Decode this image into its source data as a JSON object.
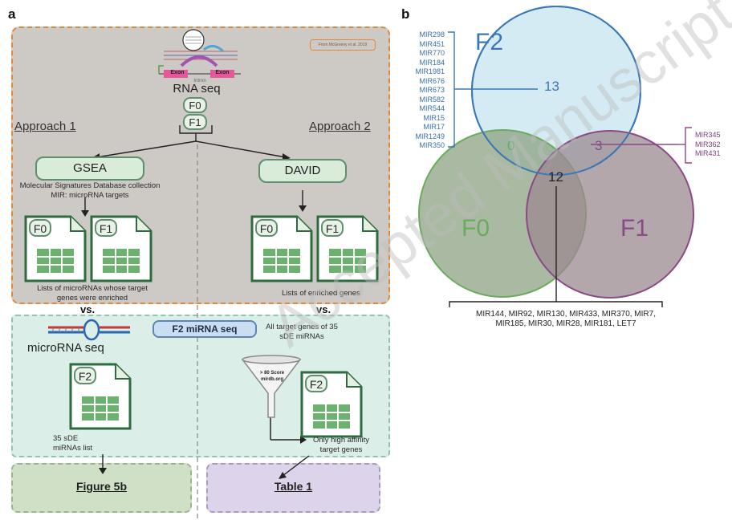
{
  "panel_a": {
    "letter": "a",
    "ref_note": "From McGreevy et al. 2019",
    "rna": {
      "exon1": "Exon",
      "intron": "Intron",
      "exon2": "Exon",
      "title": "RNA seq"
    },
    "f0": "F0",
    "f1": "F1",
    "approach1": "Approach 1",
    "approach2": "Approach 2",
    "gsea": "GSEA",
    "gsea_desc": "Molecular Signatures Database collection MIR: microRNA targets",
    "david": "DAVID",
    "doc_f0": "F0",
    "doc_f1": "F1",
    "caption_left": "Lists of microRNAs whose target genes were enriched",
    "caption_right": "Lists of enriched genes",
    "vs": "vs.",
    "f2_mirna_seq": "F2 miRNA seq",
    "microrna_seq": "microRNA seq",
    "doc_f2": "F2",
    "list_caption": "35 sDE miRNAs list",
    "target_caption": "All target genes of 35 sDE miRNAs",
    "funnel_text1": "> 80 Score",
    "funnel_text2": "mirdb.org",
    "high_affinity": "Only high affinity target genes",
    "figure5b": "Figure 5b",
    "table1": "Table 1"
  },
  "panel_b": {
    "letter": "b",
    "sets": [
      {
        "name": "F2",
        "color": "#3b78b5",
        "fill": "#cfe9f2"
      },
      {
        "name": "F0",
        "color": "#6aab5e",
        "fill": "#8ea283"
      },
      {
        "name": "F1",
        "color": "#8a4a86",
        "fill": "#9b8a90"
      }
    ],
    "counts": {
      "f2_only": "13",
      "f0_f2": "0",
      "f1_f2": "3",
      "center": "12"
    },
    "f2_mirs": [
      "MIR298",
      "MIR451",
      "MIR770",
      "MIR184",
      "MIR1981",
      "MIR676",
      "MIR673",
      "MIR582",
      "MIR544",
      "MIR15",
      "MIR17",
      "MIR1249",
      "MIR350"
    ],
    "f1_f2_mirs": [
      "MIR345",
      "MIR362",
      "MIR431"
    ],
    "center_line1": "MIR144, MIR92, MIR130, MIR433, MIR370, MIR7,",
    "center_line2": "MIR185, MIR30, MIR28, MIR181, LET7"
  },
  "watermark": "Accepted Manuscript"
}
